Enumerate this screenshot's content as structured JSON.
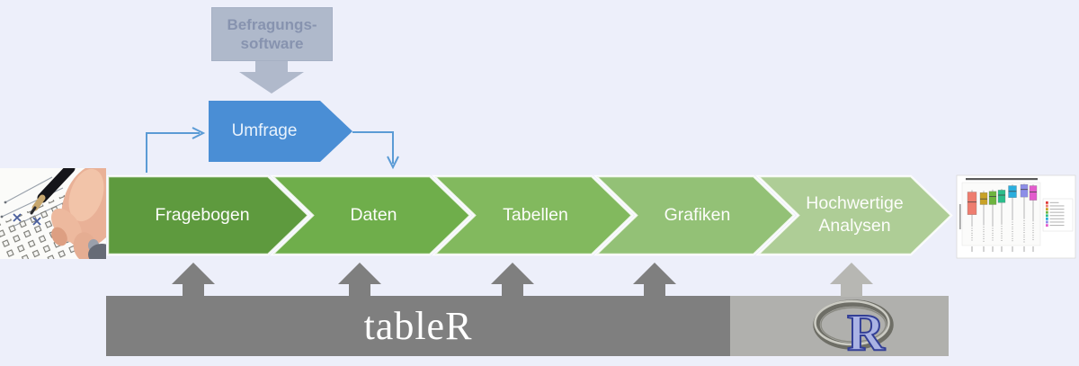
{
  "background_color": "#edeffa",
  "top_box": {
    "label_line1": "Befragungs-",
    "label_line2": "software",
    "fill": "#afb9cb",
    "text_color": "#8793af",
    "arrow_fill": "#b0b9cb"
  },
  "umfrage": {
    "label": "Umfrage",
    "fill": "#4a8ed5",
    "text_color": "#e8f2fc"
  },
  "connectors": {
    "color": "#5b9bd5"
  },
  "chevrons": {
    "text_color": "#fcfdfa",
    "items": [
      {
        "label": "Fragebogen",
        "fill": "#5e9a3e"
      },
      {
        "label": "Daten",
        "fill": "#6fae4b"
      },
      {
        "label": "Tabellen",
        "fill": "#82b95e"
      },
      {
        "label": "Grafiken",
        "fill": "#93c176"
      },
      {
        "label": "Hochwertige Analysen",
        "label_line1": "Hochwertige",
        "label_line2": "Analysen",
        "fill": "#aecd96"
      }
    ]
  },
  "bottom": {
    "tabler_label": "tableR",
    "dark_bar_color": "#7f7f7f",
    "light_bar_color": "#b0b0ad",
    "arrow_color": "#7f7f7f",
    "light_arrow_color": "#b7b7b3",
    "r_logo_letter": "R",
    "r_logo_blue": "#aab3e4",
    "r_logo_blue_dark": "#333f96",
    "r_logo_ring_gray": "#6e6e66"
  },
  "chart_data": {
    "type": "boxplot",
    "boxes": [
      {
        "x": 17,
        "w": 10,
        "q1": 49,
        "median": 69,
        "q3": 85,
        "whisker_high": 88,
        "whisker_low": 30,
        "color": "#ee7d6f"
      },
      {
        "x": 30,
        "w": 8,
        "q1": 65,
        "median": 74,
        "q3": 84,
        "whisker_high": 87,
        "whisker_low": 32,
        "color": "#c9a227"
      },
      {
        "x": 40,
        "w": 8,
        "q1": 65,
        "median": 78,
        "q3": 86,
        "whisker_high": 89,
        "whisker_low": 30,
        "color": "#6eb43f"
      },
      {
        "x": 50,
        "w": 8,
        "q1": 68,
        "median": 80,
        "q3": 88,
        "whisker_high": 90,
        "whisker_low": 33,
        "color": "#2bbd8b"
      },
      {
        "x": 62,
        "w": 9,
        "q1": 76,
        "median": 86,
        "q3": 95,
        "whisker_high": 97,
        "whisker_low": 40,
        "color": "#2aaede"
      },
      {
        "x": 75,
        "w": 8,
        "q1": 77,
        "median": 89,
        "q3": 97,
        "whisker_high": 98,
        "whisker_low": 42,
        "color": "#8d8ee8"
      },
      {
        "x": 85,
        "w": 8,
        "q1": 72,
        "median": 85,
        "q3": 95,
        "whisker_high": 97,
        "whisker_low": 38,
        "color": "#e35ccd"
      }
    ],
    "legend_colors": [
      "#e03a3a",
      "#ee7d6f",
      "#c9a227",
      "#6eb43f",
      "#2bbd8b",
      "#2aaede",
      "#8d8ee8",
      "#e35ccd"
    ],
    "value_scale": [
      0,
      100
    ],
    "legend_position": "right"
  }
}
